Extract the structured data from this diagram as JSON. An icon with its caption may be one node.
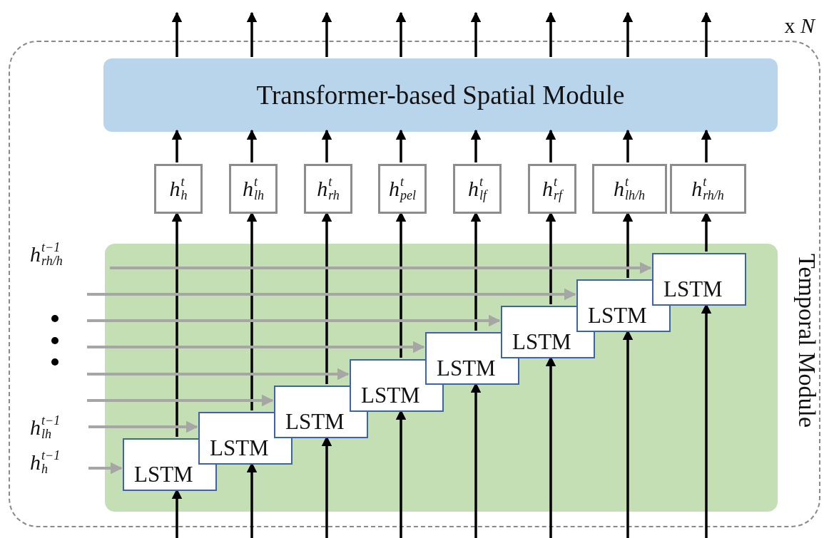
{
  "diagram": {
    "nodes": [
      {
        "text": [],
        "shape": "box",
        "beside": [
          "x *N*"
        ]
      },
      {
        "text": [
          "Transformer-based Spatial Module"
        ],
        "in": 0
      },
      {
        "text": [
          "h$^{t}$$_{h}$"
        ],
        "in": 0
      },
      {
        "text": [
          "h$^{t}$$_{lh}$"
        ],
        "in": 0
      },
      {
        "text": [
          "h$^{t}$$_{rh}$"
        ],
        "in": 0
      },
      {
        "text": [
          "h$^{t}$$_{pel}$"
        ],
        "in": 0
      },
      {
        "text": [
          "h$^{t}$$_{lf}$"
        ],
        "in": 0
      },
      {
        "text": [
          "h$^{t}$$_{rf}$"
        ],
        "in": 0
      },
      {
        "text": [
          "h$^{t}$$_{lh/h}$"
        ],
        "in": 0
      },
      {
        "text": [
          "h$^{t}$$_{rh/h}$"
        ],
        "in": 0
      },
      {
        "text": [
          "Temporal Module"
        ],
        "in": 0
      },
      {
        "text": [
          "LSTM"
        ],
        "in": 10
      },
      {
        "text": [
          "LSTM"
        ],
        "in": 10
      },
      {
        "text": [
          "LSTM"
        ],
        "in": 10
      },
      {
        "text": [
          "LSTM"
        ],
        "in": 10
      },
      {
        "text": [
          "LSTM"
        ],
        "in": 10
      },
      {
        "text": [
          "LSTM"
        ],
        "in": 10
      },
      {
        "text": [
          "LSTM"
        ],
        "in": 10
      },
      {
        "text": [
          "LSTM"
        ],
        "in": 10
      },
      {
        "text": [
          "h$^{t−1}$$_{rh/h}$"
        ],
        "in": 0
      },
      {
        "text": [
          "h$^{t−1}$$_{lh}$"
        ],
        "in": 0
      },
      {
        "text": [
          "h$^{t−1}$$_{h}$"
        ],
        "in": 0
      }
    ],
    "edges": [
      {
        "from": null,
        "to": 11,
        "arrow": "to"
      },
      {
        "from": 11,
        "to": 2,
        "arrow": "to"
      },
      {
        "from": 2,
        "to": 1,
        "arrow": "to"
      },
      {
        "from": 1,
        "to": null,
        "arrow": "to"
      },
      {
        "from": null,
        "to": 12,
        "arrow": "to"
      },
      {
        "from": 12,
        "to": 3,
        "arrow": "to"
      },
      {
        "from": 3,
        "to": 1,
        "arrow": "to"
      },
      {
        "from": 1,
        "to": null,
        "arrow": "to"
      },
      {
        "from": null,
        "to": 13,
        "arrow": "to"
      },
      {
        "from": 13,
        "to": 4,
        "arrow": "to"
      },
      {
        "from": 4,
        "to": 1,
        "arrow": "to"
      },
      {
        "from": 1,
        "to": null,
        "arrow": "to"
      },
      {
        "from": null,
        "to": 14,
        "arrow": "to"
      },
      {
        "from": 14,
        "to": 5,
        "arrow": "to"
      },
      {
        "from": 5,
        "to": 1,
        "arrow": "to"
      },
      {
        "from": 1,
        "to": null,
        "arrow": "to"
      },
      {
        "from": null,
        "to": 15,
        "arrow": "to"
      },
      {
        "from": 15,
        "to": 6,
        "arrow": "to"
      },
      {
        "from": 6,
        "to": 1,
        "arrow": "to"
      },
      {
        "from": 1,
        "to": null,
        "arrow": "to"
      },
      {
        "from": null,
        "to": 16,
        "arrow": "to"
      },
      {
        "from": 16,
        "to": 7,
        "arrow": "to"
      },
      {
        "from": 7,
        "to": 1,
        "arrow": "to"
      },
      {
        "from": 1,
        "to": null,
        "arrow": "to"
      },
      {
        "from": null,
        "to": 17,
        "arrow": "to"
      },
      {
        "from": 17,
        "to": 8,
        "arrow": "to"
      },
      {
        "from": 8,
        "to": 1,
        "arrow": "to"
      },
      {
        "from": 1,
        "to": null,
        "arrow": "to"
      },
      {
        "from": null,
        "to": 18,
        "arrow": "to"
      },
      {
        "from": 18,
        "to": 9,
        "arrow": "to"
      },
      {
        "from": 9,
        "to": 1,
        "arrow": "to"
      },
      {
        "from": 1,
        "to": null,
        "arrow": "to"
      },
      {
        "from": 21,
        "to": 11,
        "arrow": "to",
        "color": "#a6a6a6"
      },
      {
        "from": 20,
        "to": 12,
        "arrow": "to",
        "color": "#a6a6a6"
      },
      {
        "from": null,
        "to": 13,
        "arrow": "to",
        "color": "#a6a6a6"
      },
      {
        "from": null,
        "to": 14,
        "arrow": "to",
        "color": "#a6a6a6"
      },
      {
        "from": null,
        "to": 15,
        "arrow": "to",
        "color": "#a6a6a6"
      },
      {
        "from": null,
        "to": 16,
        "arrow": "to",
        "color": "#a6a6a6"
      },
      {
        "from": null,
        "to": 17,
        "arrow": "to",
        "color": "#a6a6a6"
      },
      {
        "from": 19,
        "to": 18,
        "arrow": "to",
        "color": "#a6a6a6"
      }
    ]
  }
}
